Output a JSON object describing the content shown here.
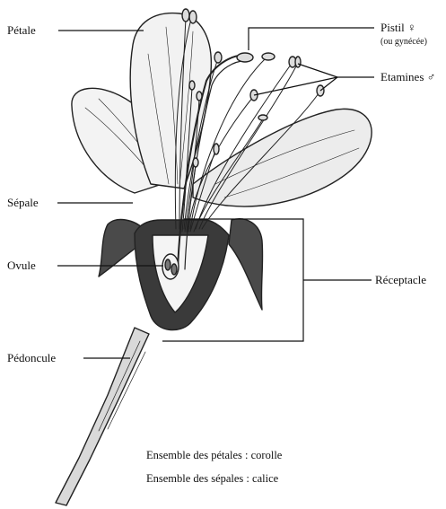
{
  "labels": {
    "petale": "Pétale",
    "pistil": "Pistil ♀",
    "pistil_note": "(ou gynécée)",
    "etamines": "Etamines ♂",
    "sepale": "Sépale",
    "ovule": "Ovule",
    "receptacle": "Réceptacle",
    "pedoncule": "Pédoncule"
  },
  "captions": {
    "line1": "Ensemble des pétales : corolle",
    "line2": "Ensemble des sépales : calice"
  }
}
